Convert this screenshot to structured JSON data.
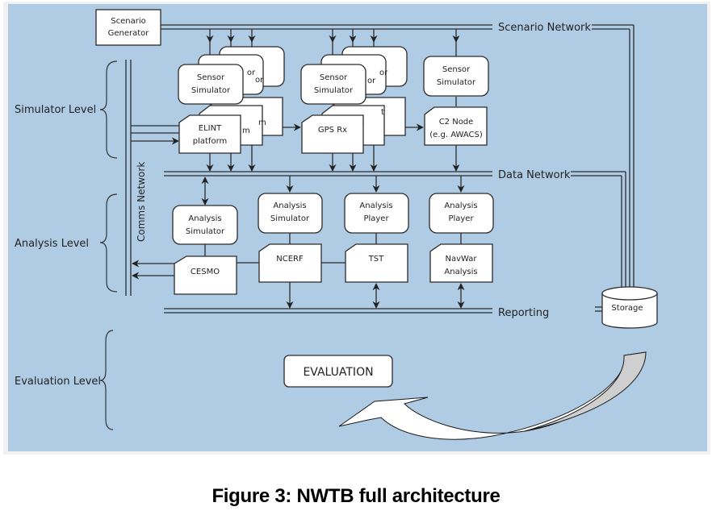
{
  "figure": {
    "caption": "Figure 3:  NWTB full architecture",
    "background_color": "#b0cce4",
    "node_fill": "#ffffff",
    "stroke_color": "#2b2b2b",
    "arrow_shadow_color": "#cfcfcf"
  },
  "levels": {
    "simulator": "Simulator Level",
    "analysis": "Analysis Level",
    "evaluation": "Evaluation Level"
  },
  "networks": {
    "scenario": "Scenario Network",
    "data": "Data Network",
    "reporting": "Reporting",
    "comms": "Comms Network"
  },
  "nodes": {
    "scenario_generator": [
      "Scenario",
      "Generator"
    ],
    "sensor_sim_1": [
      "Sensor",
      "Simulator"
    ],
    "sensor_sim_1_back_text": "or",
    "platform_1": [
      "ELINT",
      "platform"
    ],
    "platform_1_back_text": "m",
    "sensor_sim_2": [
      "Sensor",
      "Simulator"
    ],
    "sensor_sim_2_back_text": "or",
    "platform_2": [
      "GPS Rx"
    ],
    "platform_2_back_text": "t",
    "sensor_sim_3": [
      "Sensor",
      "Simulator"
    ],
    "c2_node": [
      "C2 Node",
      "(e.g. AWACS)"
    ],
    "analysis_sim_1": [
      "Analysis",
      "Simulator"
    ],
    "cesmo": [
      "CESMO"
    ],
    "analysis_sim_2": [
      "Analysis",
      "Simulator"
    ],
    "ncerf": [
      "NCERF"
    ],
    "analysis_player_1": [
      "Analysis",
      "Player"
    ],
    "tst": [
      "TST"
    ],
    "analysis_player_2": [
      "Analysis",
      "Player"
    ],
    "navwar": [
      "NavWar",
      "Analysis"
    ],
    "storage": [
      "Storage"
    ],
    "evaluation": [
      "EVALUATION"
    ]
  }
}
